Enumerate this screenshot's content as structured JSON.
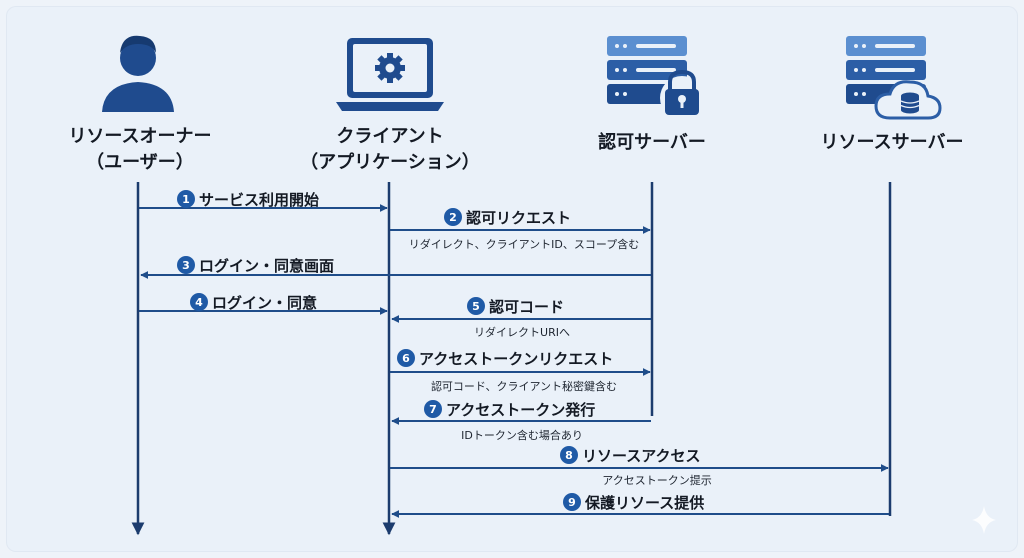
{
  "actors": [
    {
      "id": "owner",
      "label_line1": "リソースオーナー",
      "label_line2": "（ユーザー）",
      "icon": "user-icon"
    },
    {
      "id": "client",
      "label_line1": "クライアント",
      "label_line2": "（アプリケーション）",
      "icon": "laptop-gear-icon"
    },
    {
      "id": "authz",
      "label_line1": "認可サーバー",
      "label_line2": "",
      "icon": "server-lock-icon"
    },
    {
      "id": "resource",
      "label_line1": "リソースサーバー",
      "label_line2": "",
      "icon": "server-database-icon"
    }
  ],
  "messages": [
    {
      "num": "1",
      "label": "サービス利用開始",
      "sub": ""
    },
    {
      "num": "2",
      "label": "認可リクエスト",
      "sub": "リダイレクト、クライアントID、スコープ含む"
    },
    {
      "num": "3",
      "label": "ログイン・同意画面",
      "sub": ""
    },
    {
      "num": "4",
      "label": "ログイン・同意",
      "sub": ""
    },
    {
      "num": "5",
      "label": "認可コード",
      "sub": "リダイレクトURIへ"
    },
    {
      "num": "6",
      "label": "アクセストークンリクエスト",
      "sub": "認可コード、クライアント秘密鍵含む"
    },
    {
      "num": "7",
      "label": "アクセストークン発行",
      "sub": "IDトークン含む場合あり"
    },
    {
      "num": "8",
      "label": "リソースアクセス",
      "sub": "アクセストークン提示"
    },
    {
      "num": "9",
      "label": "保護リソース提供",
      "sub": ""
    }
  ],
  "colors": {
    "arrow": "#1f4d8a",
    "lifeline": "#1c3c6e",
    "badge": "#1f5aa6",
    "icon_dark": "#1f4b8e",
    "icon_light": "#5b8fd0"
  },
  "decor": {
    "sparkle": "sparkle-icon"
  }
}
